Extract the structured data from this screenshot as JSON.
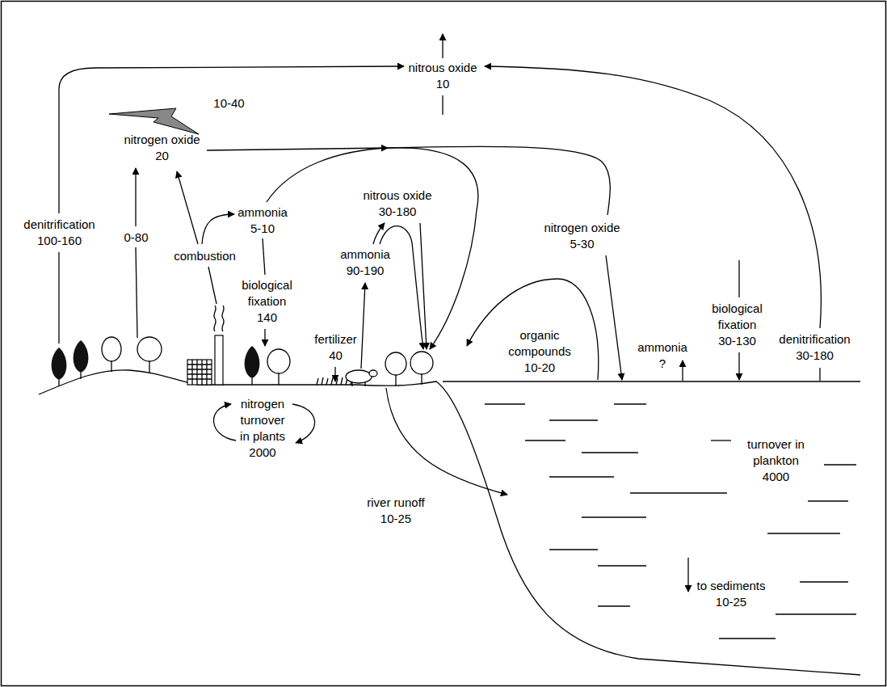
{
  "diagram": {
    "labels": [
      "nitrous oxide 10",
      "10-40",
      "nitrogen oxide 20",
      "denitrification 100-160",
      "0-80",
      "combustion",
      "ammonia 5-10",
      "biological fixation 140",
      "fertilizer 40",
      "nitrous oxide 30-180",
      "ammonia 90-190",
      "nitrogen oxide 5-30",
      "biological fixation 30-130",
      "denitrification 30-180",
      "organic compounds 10-20",
      "ammonia ?",
      "nitrogen turnover in plants 2000",
      "river runoff 10-25",
      "turnover in plankton 4000",
      "to sediments 10-25"
    ]
  }
}
